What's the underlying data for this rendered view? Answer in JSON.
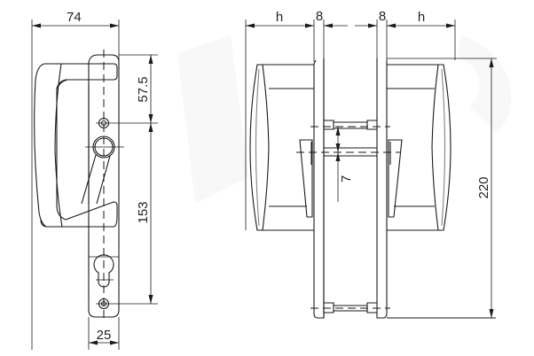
{
  "diagram": {
    "subject": "Door handle set technical drawing",
    "line_color": "#1a1a1a",
    "background": "#ffffff",
    "side_view": {
      "dimensions": {
        "overall_depth": "74",
        "top_to_fixing": "57.5",
        "fixing_to_fixing": "153",
        "plate_width": "25"
      }
    },
    "front_view": {
      "dimensions": {
        "handle_projection_left": "h",
        "plate_thickness_left": "8",
        "plate_thickness_right": "8",
        "handle_projection_right": "h",
        "spindle_offset": "7",
        "overall_height": "220"
      }
    }
  }
}
